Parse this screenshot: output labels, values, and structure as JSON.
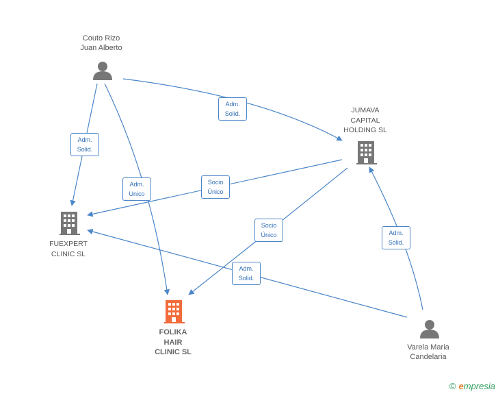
{
  "nodes": {
    "couto": {
      "line1": "Couto Rizo",
      "line2": "Juan Alberto"
    },
    "varela": {
      "line1": "Varela Maria",
      "line2": "Candelaria"
    },
    "jumava": {
      "line1": "JUMAVA",
      "line2": "CAPITAL",
      "line3": "HOLDING  SL"
    },
    "fuexpert": {
      "line1": "FUEXPERT",
      "line2": "CLINIC SL"
    },
    "folika": {
      "line1": "FOLIKA",
      "line2": "HAIR",
      "line3": "CLINIC  SL"
    }
  },
  "edges": {
    "couto_jumava": {
      "l1": "Adm.",
      "l2": "Solid."
    },
    "couto_fuexpert": {
      "l1": "Adm.",
      "l2": "Solid."
    },
    "couto_folika": {
      "l1": "Adm.",
      "l2": "Unico"
    },
    "jumava_fuexpert": {
      "l1": "Socio",
      "l2": "Único"
    },
    "jumava_folika": {
      "l1": "Socio",
      "l2": "Único"
    },
    "varela_fuexpert": {
      "l1": "Adm.",
      "l2": "Solid."
    },
    "varela_jumava": {
      "l1": "Adm.",
      "l2": "Solid."
    }
  },
  "colors": {
    "edge": "#4a86c8",
    "person": "#777777",
    "company": "#777777",
    "focus_company": "#f26b3a"
  },
  "brand": {
    "copyright": "©",
    "name_e": "e",
    "name_rest": "mpresia"
  }
}
